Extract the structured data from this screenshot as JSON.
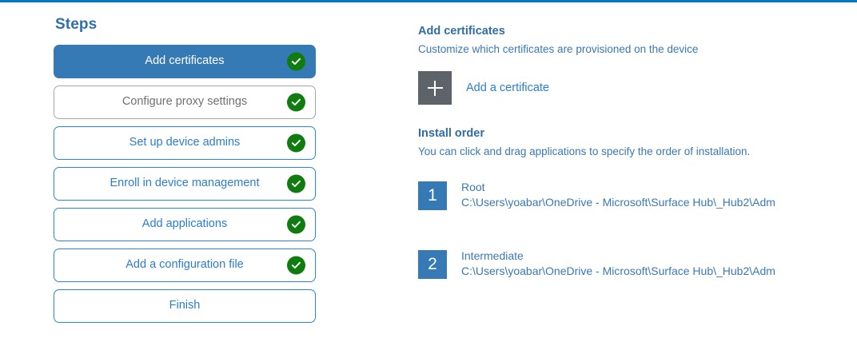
{
  "theme": {
    "accent_blue": "#0078c8",
    "step_active_bg": "#3579b5",
    "step_border_blue": "#2b86d8",
    "step_border_gray": "#a6a6a6",
    "check_green": "#107c10",
    "tile_gray": "#5d6368",
    "link_blue": "#2b7cd3",
    "heading_blue": "#2e6da8"
  },
  "steps": {
    "title": "Steps",
    "items": [
      {
        "label": "Add certificates",
        "state": "active",
        "completed": true
      },
      {
        "label": "Configure proxy settings",
        "state": "muted",
        "completed": true
      },
      {
        "label": "Set up device admins",
        "state": "default",
        "completed": true
      },
      {
        "label": "Enroll in device management",
        "state": "default",
        "completed": true
      },
      {
        "label": "Add applications",
        "state": "default",
        "completed": true
      },
      {
        "label": "Add a configuration file",
        "state": "default",
        "completed": true
      },
      {
        "label": "Finish",
        "state": "default",
        "completed": false
      }
    ]
  },
  "detail": {
    "certificates": {
      "title": "Add certificates",
      "subtitle": "Customize which certificates are provisioned on the device",
      "add_button_label": "Add a certificate",
      "add_button_icon": "plus-icon"
    },
    "install_order": {
      "title": "Install order",
      "subtitle": "You can click and drag applications to specify the order of installation.",
      "items": [
        {
          "number": "1",
          "name": "Root",
          "path": "C:\\Users\\yoabar\\OneDrive - Microsoft\\Surface Hub\\_Hub2\\Adm"
        },
        {
          "number": "2",
          "name": "Intermediate",
          "path": "C:\\Users\\yoabar\\OneDrive - Microsoft\\Surface Hub\\_Hub2\\Adm"
        }
      ]
    }
  }
}
